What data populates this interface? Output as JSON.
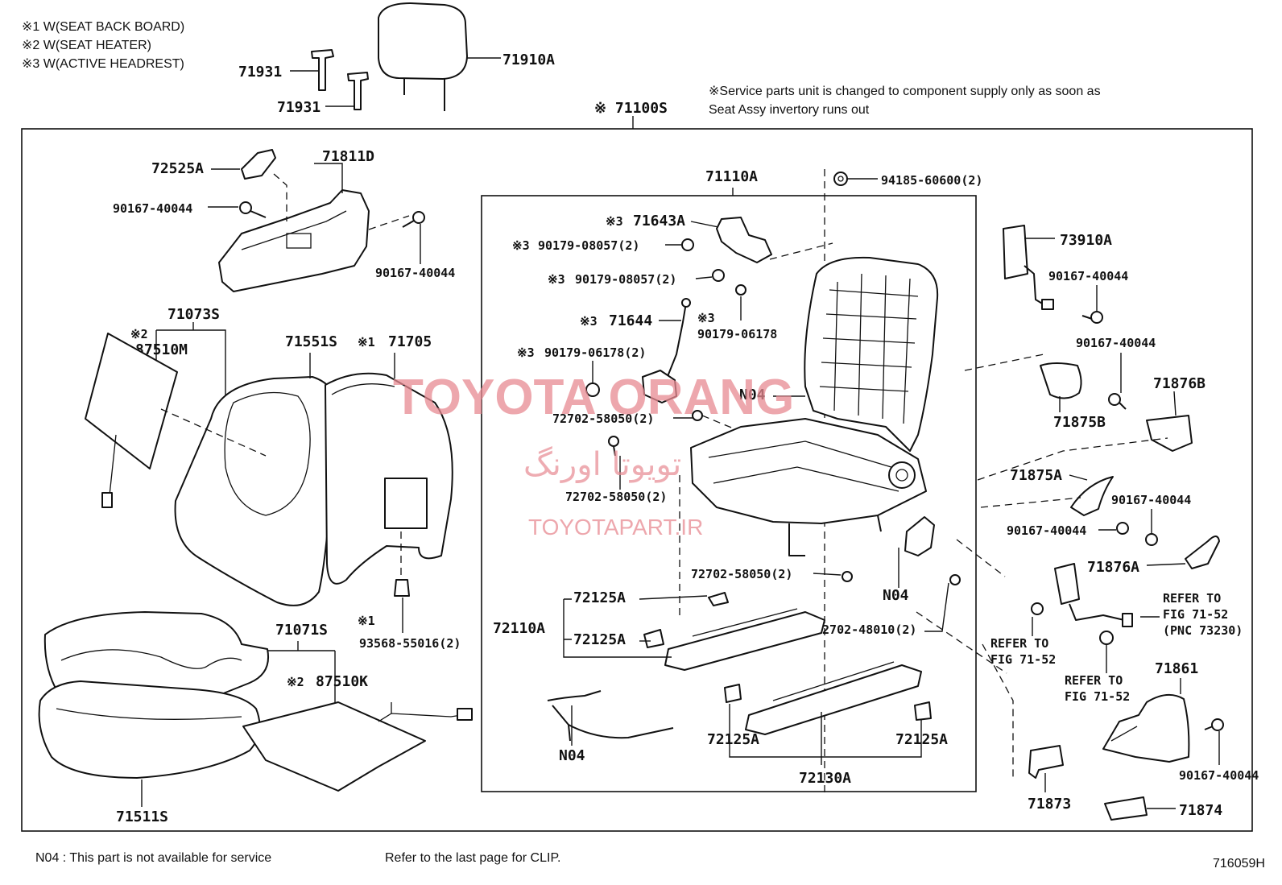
{
  "legend": [
    "※1 W(SEAT BACK BOARD)",
    "※2 W(SEAT HEATER)",
    "※3 W(ACTIVE HEADREST)"
  ],
  "service_note": [
    "※Service parts unit is changed to component supply only as soon as",
    "Seat Assy invertory runs out"
  ],
  "watermark": {
    "brand": "TOYOTA ORANG",
    "persian": "تویوتا اورنگ",
    "site": "TOYOTAPART.IR"
  },
  "footer": {
    "n04_note": "N04 : This part is not available for service",
    "clip_note": "Refer to the last page for CLIP.",
    "diagram_id": "716059H"
  },
  "labels": {
    "p71910A": "71910A",
    "p71931a": "71931",
    "p71931b": "71931",
    "p71100S": "※ 71100S",
    "p72525A": "72525A",
    "p71811D": "71811D",
    "p90167_a": "90167-40044",
    "p90167_b": "90167-40044",
    "p71073S": "71073S",
    "p87510M_mark": "※2",
    "p87510M": "87510M",
    "p71551S": "71551S",
    "p71705_mark": "※1",
    "p71705": "71705",
    "p93568_mark": "※1",
    "p93568": "93568-55016(2)",
    "p71071S": "71071S",
    "p87510K_mark": "※2",
    "p87510K": "87510K",
    "p71511S": "71511S",
    "p71110A": "71110A",
    "p94185": "94185-60600(2)",
    "p71643A_mark": "※3",
    "p71643A": "71643A",
    "p90179_08057a_mark": "※3",
    "p90179_08057a": "90179-08057(2)",
    "p90179_08057b_mark": "※3",
    "p90179_08057b": "90179-08057(2)",
    "p71644_mark": "※3",
    "p71644": "71644",
    "p90179_06178a_mark": "※3",
    "p90179_06178a": "90179-06178",
    "p90179_06178b_mark": "※3",
    "p90179_06178b": "90179-06178(2)",
    "p72702_a": "72702-58050(2)",
    "p72702_b": "72702-58050(2)",
    "p72702_c": "72702-58050(2)",
    "p72702_48010": "72702-48010(2)",
    "n04_a": "N04",
    "n04_b": "N04",
    "n04_c": "N04",
    "p72125A_a": "72125A",
    "p72125A_b": "72125A",
    "p72125A_c": "72125A",
    "p72125A_d": "72125A",
    "p72110A": "72110A",
    "p72130A": "72130A",
    "p73910A": "73910A",
    "p90167_c": "90167-40044",
    "p90167_d": "90167-40044",
    "p71875B": "71875B",
    "p71876B": "71876B",
    "p71875A": "71875A",
    "p90167_e": "90167-40044",
    "p90167_f": "90167-40044",
    "p71876A": "71876A",
    "refer_a1": "REFER TO",
    "refer_a2": "FIG 71-52",
    "refer_a3": "(PNC 73230)",
    "refer_b1": "REFER TO",
    "refer_b2": "FIG 71-52",
    "refer_c1": "REFER TO",
    "refer_c2": "FIG 71-52",
    "p71861": "71861",
    "p90167_g": "90167-40044",
    "p71873": "71873",
    "p71874": "71874"
  }
}
